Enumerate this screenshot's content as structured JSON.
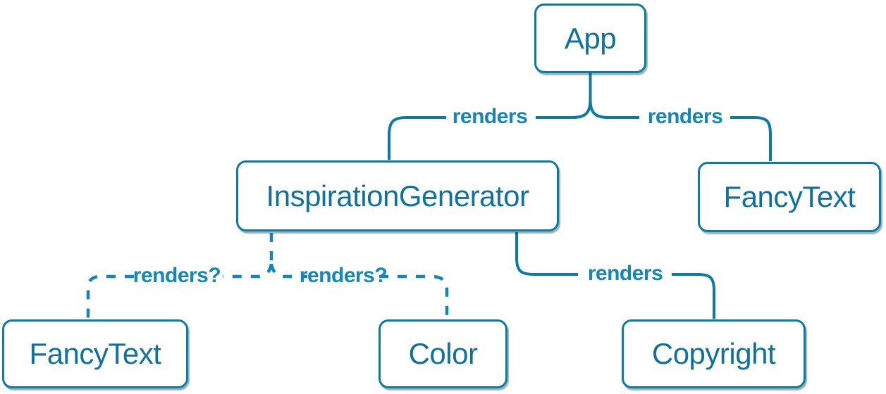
{
  "diagram": {
    "name": "react-component-render-tree",
    "nodes": [
      {
        "id": "app",
        "label": "App"
      },
      {
        "id": "inspiration-generator",
        "label": "InspirationGenerator"
      },
      {
        "id": "fancy-text-top",
        "label": "FancyText"
      },
      {
        "id": "fancy-text-bottom",
        "label": "FancyText"
      },
      {
        "id": "color",
        "label": "Color"
      },
      {
        "id": "copyright",
        "label": "Copyright"
      }
    ],
    "edges": [
      {
        "from": "app",
        "to": "inspiration-generator",
        "label": "renders",
        "style": "solid"
      },
      {
        "from": "app",
        "to": "fancy-text-top",
        "label": "renders",
        "style": "solid"
      },
      {
        "from": "inspiration-generator",
        "to": "fancy-text-bottom",
        "label": "renders?",
        "style": "dashed"
      },
      {
        "from": "inspiration-generator",
        "to": "color",
        "label": "renders?",
        "style": "dashed"
      },
      {
        "from": "inspiration-generator",
        "to": "copyright",
        "label": "renders",
        "style": "solid"
      }
    ],
    "colors": {
      "line": "#0c7ba4",
      "dash": "#1486b6",
      "labelColor": "#1487b8",
      "nodeText": "#11719e",
      "nodeBorder": "#0c7ba4",
      "nodeBg": "#ffffff",
      "pageBg": "#ffffff"
    }
  }
}
